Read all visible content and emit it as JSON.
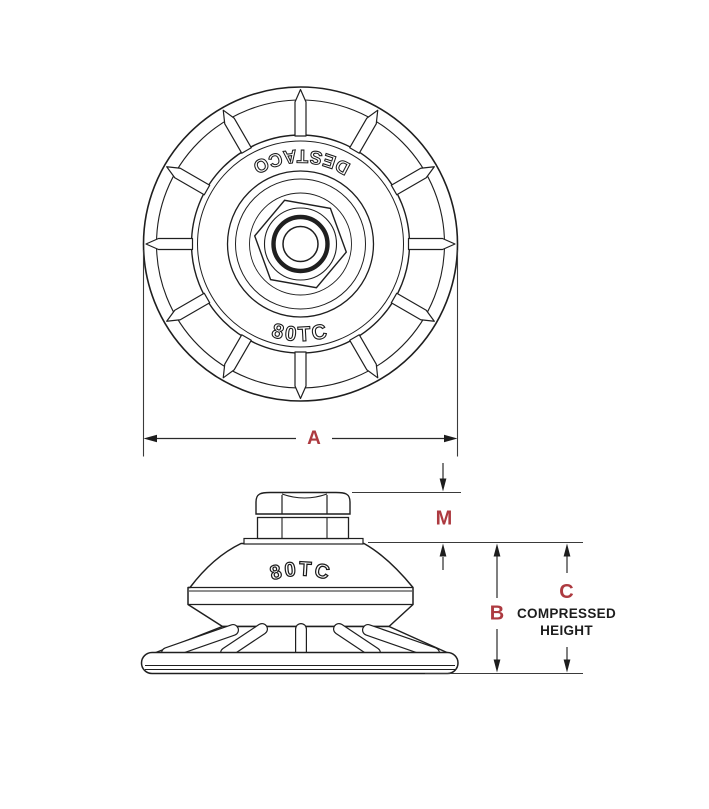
{
  "drawing": {
    "brand_engraving": "DESTACO",
    "model_engraving_top": "80TC",
    "model_engraving_side": "80TC",
    "dim_labels": {
      "diameter": "A",
      "fitting_height": "M",
      "overall_height": "B",
      "compressed_height": "C"
    },
    "compressed_caption": {
      "line1": "COMPRESSED",
      "line2": "HEIGHT"
    },
    "colors": {
      "dimension_label_red": "#ad3a40",
      "line_black": "#1f1f1f",
      "background": "#ffffff"
    }
  }
}
